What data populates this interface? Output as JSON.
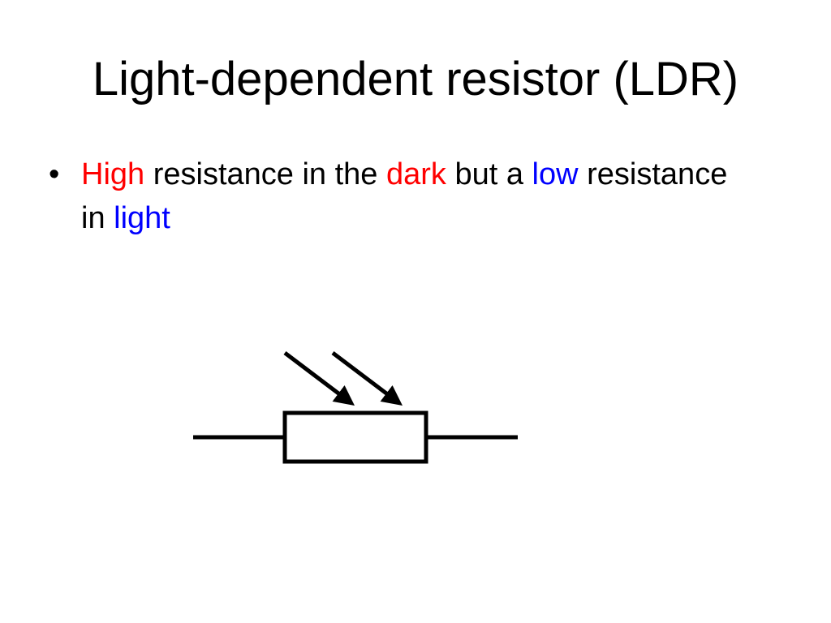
{
  "slide": {
    "title": "Light-dependent resistor (LDR)"
  },
  "bullets": [
    {
      "marker": "•",
      "segments": [
        {
          "text": "High",
          "color": "red"
        },
        {
          "text": " resistance in the ",
          "color": "black"
        },
        {
          "text": "dark",
          "color": "red"
        },
        {
          "text": " but a ",
          "color": "black"
        },
        {
          "text": "low",
          "color": "blue"
        },
        {
          "text": " resistance in ",
          "color": "black"
        },
        {
          "text": "light",
          "color": "blue"
        }
      ]
    }
  ],
  "colors": {
    "red": "#ff0000",
    "blue": "#0000ff",
    "text": "#000000",
    "background": "#ffffff"
  },
  "diagram": {
    "symbol": "ldr-circuit-symbol",
    "arrow_count": 2
  }
}
